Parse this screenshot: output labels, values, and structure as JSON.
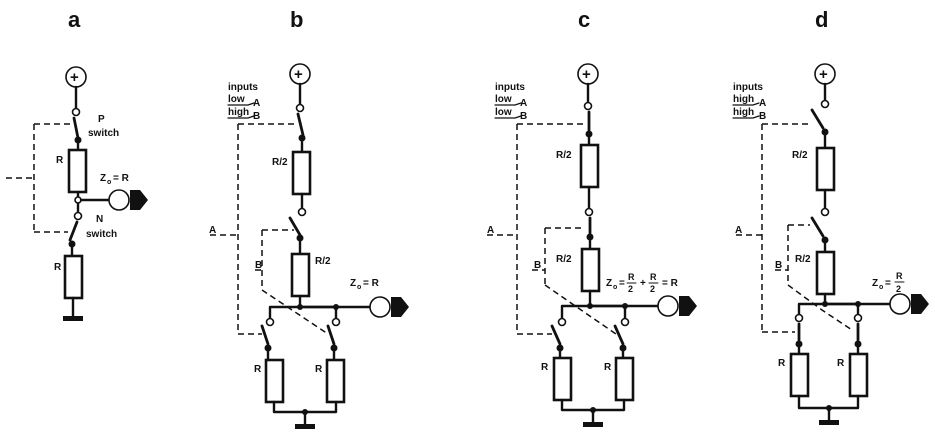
{
  "panels": [
    {
      "id": "a",
      "letter": "a",
      "resistor_top": "R",
      "resistor_bottom": "R",
      "p_switch_1": "P",
      "p_switch_2": "switch",
      "n_switch_1": "N",
      "n_switch_2": "switch",
      "zout_label": "Z",
      "zout_sub": "o",
      "zout_value": "= R",
      "supply_symbol": "+"
    },
    {
      "id": "b",
      "letter": "b",
      "inputs_label": "inputs",
      "input_a_state": "low",
      "input_a_name": "A",
      "input_b_state": "high",
      "input_b_name": "B",
      "line_a": "A",
      "line_b": "B",
      "resistor_upper": "R/2",
      "resistor_middle": "R/2",
      "resistor_left": "R",
      "resistor_right": "R",
      "zout_label": "Z",
      "zout_sub": "o",
      "zout_value": "= R",
      "supply_symbol": "+"
    },
    {
      "id": "c",
      "letter": "c",
      "inputs_label": "inputs",
      "input_a_state": "low",
      "input_a_name": "A",
      "input_b_state": "low",
      "input_b_name": "B",
      "line_a": "A",
      "line_b": "B",
      "resistor_upper": "R/2",
      "resistor_middle": "R/2",
      "resistor_left": "R",
      "resistor_right": "R",
      "zout_label": "Z",
      "zout_sub": "o",
      "zout_eq1": "=",
      "zout_eq2": "+",
      "zout_eq3": "= R",
      "frac_num": "R",
      "frac_den": "2",
      "supply_symbol": "+"
    },
    {
      "id": "d",
      "letter": "d",
      "inputs_label": "inputs",
      "input_a_state": "high",
      "input_a_name": "A",
      "input_b_state": "high",
      "input_b_name": "B",
      "line_a": "A",
      "line_b": "B",
      "resistor_upper": "R/2",
      "resistor_middle": "R/2",
      "resistor_left": "R",
      "resistor_right": "R",
      "zout_label": "Z",
      "zout_sub": "o",
      "zout_eq1": "=",
      "frac_num": "R",
      "frac_den": "2",
      "supply_symbol": "+"
    }
  ]
}
